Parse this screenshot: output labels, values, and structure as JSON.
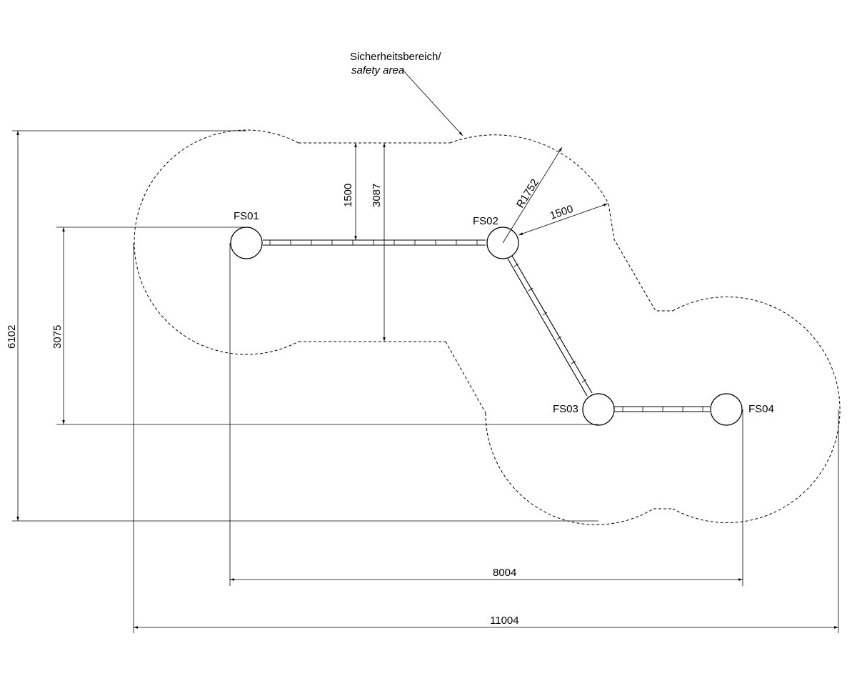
{
  "posts": [
    {
      "id": "FS01",
      "label": "FS01"
    },
    {
      "id": "FS02",
      "label": "FS02"
    },
    {
      "id": "FS03",
      "label": "FS03"
    },
    {
      "id": "FS04",
      "label": "FS04"
    }
  ],
  "annotation": {
    "line1": "Sicherheitsbereich/",
    "line2": "safety area"
  },
  "dimensions": {
    "offset_inner": "1500",
    "offset_outer": "3087",
    "radius": "R1752",
    "clearance": "1500",
    "total_height": "6102",
    "post_height_diff": "3075",
    "post_span": "8004",
    "total_width": "11004"
  },
  "colors": {
    "line": "#000000",
    "background": "#ffffff"
  }
}
